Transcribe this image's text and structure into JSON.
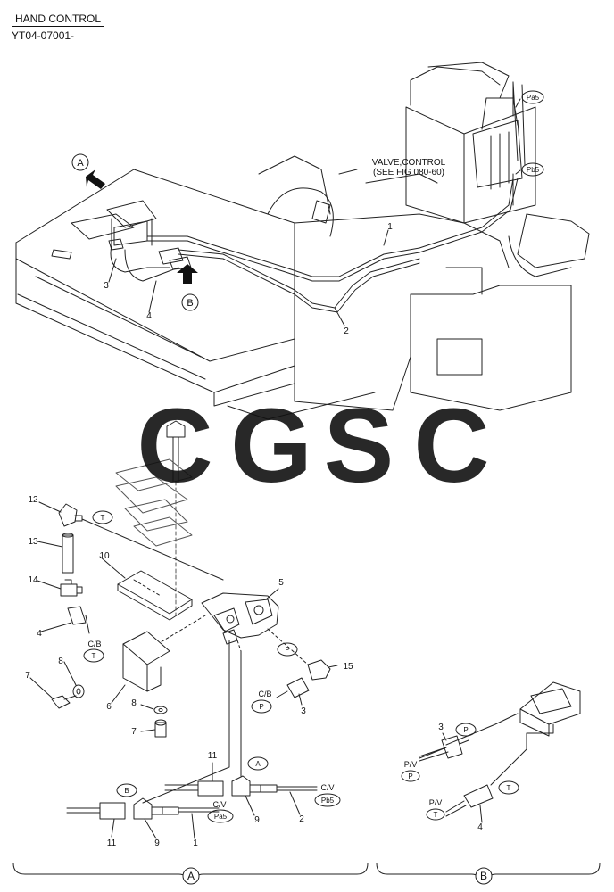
{
  "header": {
    "title": "HAND CONTROL",
    "code": "YT04-07001-"
  },
  "upper_view": {
    "view_a_marker": "A",
    "view_b_marker": "B",
    "note_line1": "VALVE,CONTROL",
    "note_line2": "(SEE FIG 080-60)",
    "port_pa5": "Pa5",
    "port_pb5": "Pb5",
    "callouts": [
      "1",
      "2",
      "3",
      "4"
    ]
  },
  "watermark": {
    "letters": [
      "C",
      "G",
      "S",
      "C"
    ],
    "colors": [
      "#6ea8f5",
      "#f08a7f",
      "#f7d677",
      "#6fc59a"
    ]
  },
  "exploded_view": {
    "callouts": [
      "12",
      "13",
      "10",
      "14",
      "4",
      "5",
      "15",
      "3",
      "7",
      "8",
      "6",
      "8",
      "7"
    ],
    "tags": {
      "t1": "T",
      "t2": "T",
      "p1": "P",
      "p2": "P"
    },
    "labels": {
      "cb1": "C/B",
      "cb2": "C/B"
    }
  },
  "detail_a": {
    "tags": {
      "a": "A",
      "b": "B",
      "pa5": "Pa5",
      "pb5": "Pb5"
    },
    "labels": {
      "cv1": "C/V",
      "cv2": "C/V"
    },
    "callouts": [
      "11",
      "9",
      "2",
      "11",
      "9",
      "1"
    ]
  },
  "detail_b": {
    "tags": {
      "p": "P",
      "t": "T",
      "pv_p": "P",
      "pv_t": "T"
    },
    "labels": {
      "pv1": "P/V",
      "pv2": "P/V"
    },
    "callouts": [
      "3",
      "4"
    ]
  },
  "footer": {
    "bracket_a": "A",
    "bracket_b": "B"
  }
}
